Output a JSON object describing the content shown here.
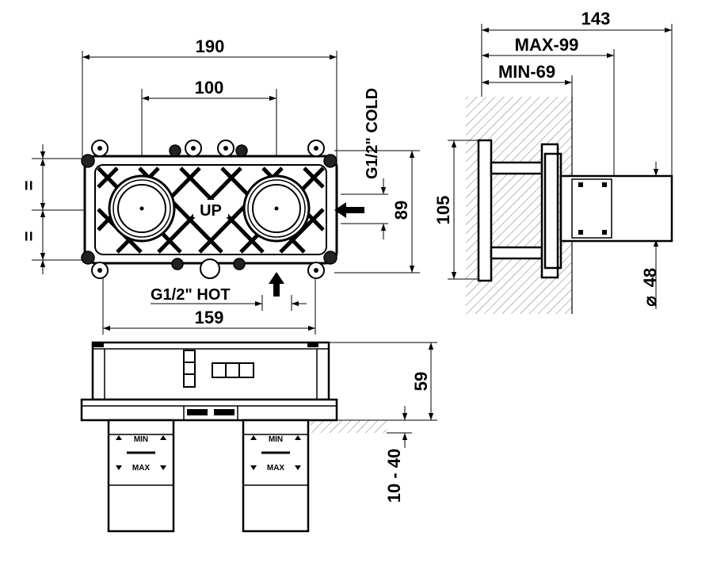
{
  "front_view": {
    "dim_overall_width": "190",
    "dim_inlet_spacing": "100",
    "dim_height": "89",
    "dim_mount_spacing": "159",
    "cold_inlet_label": "G1/2\" COLD",
    "hot_inlet_label": "G1/2\" HOT",
    "symmetry_mark_upper": "=",
    "symmetry_mark_lower": "=",
    "logo_text": "UP"
  },
  "side_view": {
    "dim_total_depth": "143",
    "dim_max_depth": "MAX-99",
    "dim_min_depth": "MIN-69",
    "dim_body_height": "105",
    "dim_diameter": "48",
    "diameter_symbol": "⌀"
  },
  "bottom_view": {
    "dim_height": "59",
    "dim_range": "10 - 40",
    "min_label": "MIN",
    "max_label": "MAX"
  },
  "colors": {
    "line": "#000000",
    "hatch": "#808080",
    "background": "#ffffff"
  }
}
